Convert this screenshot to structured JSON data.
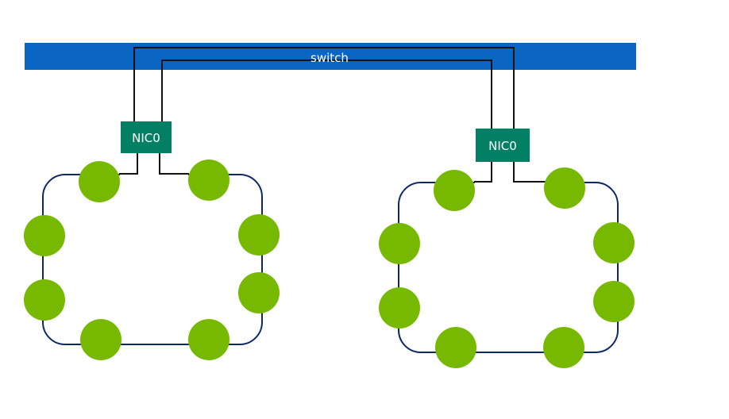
{
  "switch": {
    "label": "switch",
    "color": "#0b66c3"
  },
  "nodes": [
    {
      "nic_label": "NIC0",
      "gpu_count": 8
    },
    {
      "nic_label": "NIC0",
      "gpu_count": 8
    }
  ],
  "colors": {
    "nic": "#038064",
    "gpu": "#76b900",
    "ring": "#0d2a66",
    "wire": "#111111"
  }
}
